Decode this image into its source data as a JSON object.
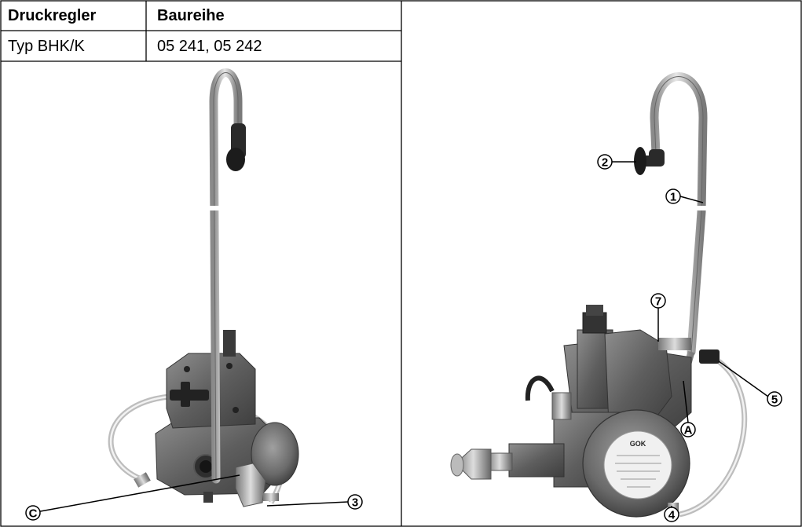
{
  "table": {
    "header": {
      "col1": "Druckregler",
      "col2": "Baureihe"
    },
    "row": {
      "col1": "Typ BHK/K",
      "col2": "05 241, 05 242"
    }
  },
  "figure_left": {
    "callouts": {
      "c": "C",
      "n3": "3"
    }
  },
  "figure_right": {
    "callouts": {
      "n1": "1",
      "n2": "2",
      "n4": "4",
      "n5": "5",
      "n7": "7",
      "a": "A"
    },
    "label_text": "GOK"
  }
}
